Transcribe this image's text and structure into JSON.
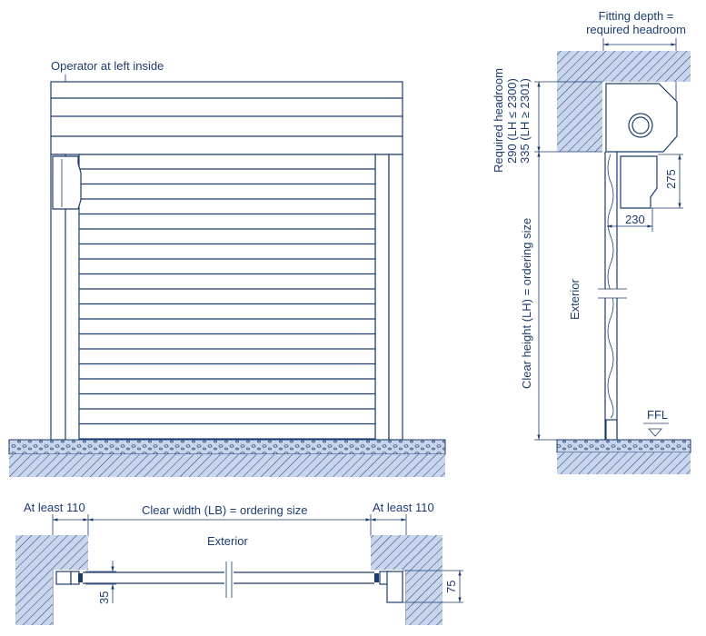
{
  "front_view": {
    "operator_label": "Operator at left inside"
  },
  "side_view": {
    "fitting_depth_line1": "Fitting depth =",
    "fitting_depth_line2": "required headroom",
    "headroom_line1": "Required headroom",
    "headroom_line2": "290 (LH ≤ 2300)",
    "headroom_line3": "335 (LH ≥ 2301)",
    "clear_height": "Clear height (LH) = ordering size",
    "exterior": "Exterior",
    "dim_275": "275",
    "dim_230": "230",
    "ffl": "FFL"
  },
  "plan_view": {
    "at_least_left": "At least 110",
    "at_least_right": "At least 110",
    "clear_width": "Clear width (LB) = ordering size",
    "exterior": "Exterior",
    "dim_35": "35",
    "dim_75": "75"
  },
  "colors": {
    "line": "#1d3c6e",
    "hatch_fill": "#c9d5ec"
  }
}
